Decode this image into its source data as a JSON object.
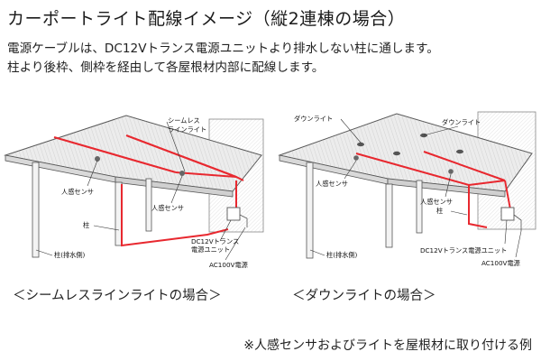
{
  "title": "カーポートライト配線イメージ（縦2連棟の場合）",
  "description": [
    "電源ケーブルは、DC12Vトランス電源ユニットより排水しない柱に通します。",
    "柱より後枠、側枠を経由して各屋根材内部に配線します。"
  ],
  "left_diagram": {
    "caption": "＜シームレスラインライトの場合＞",
    "labels": {
      "seamless_light": [
        "シームレス",
        "ラインライト"
      ],
      "sensor_1": "人感センサ",
      "sensor_2": "人感センサ",
      "pillar": "柱",
      "pillar_drain": "柱(排水側)",
      "transformer": [
        "DC12Vトランス",
        "電源ユニット"
      ],
      "ac_power": "AC100V電源"
    }
  },
  "right_diagram": {
    "caption": "＜ダウンライトの場合＞",
    "labels": {
      "downlight_1": "ダウンライト",
      "downlight_2": "ダウンライト",
      "sensor_1": "人感センサ",
      "sensor_2": "人感センサ",
      "pillar": "柱",
      "pillar_drain": "柱(排水側)",
      "transformer": "DC12Vトランス電源ユニット",
      "ac_power": "AC100V電源"
    }
  },
  "note": "※人感センサおよびライトを屋根材に取り付ける例",
  "colors": {
    "wire": "#e8282f",
    "roof_fill": "#e9e9e9",
    "roof_stroke": "#555555",
    "wall": "#eeeeee"
  }
}
